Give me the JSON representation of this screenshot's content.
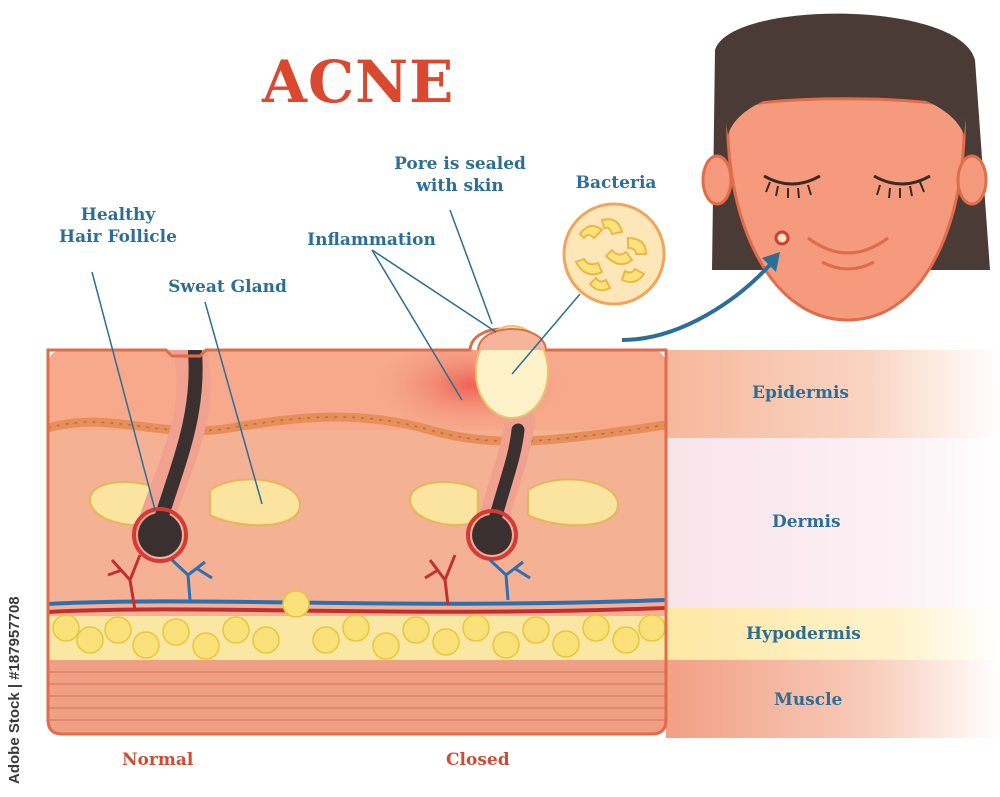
{
  "title": "ACNE",
  "labels": {
    "healthy_hair_follicle": "Healthy\nHair Follicle",
    "sweat_gland": "Sweat Gland",
    "inflammation": "Inflammation",
    "pore_sealed": "Pore is sealed\nwith skin",
    "bacteria": "Bacteria"
  },
  "layers": [
    "Epidermis",
    "Dermis",
    "Hypodermis",
    "Muscle"
  ],
  "captions": {
    "normal": "Normal",
    "closed": "Closed"
  },
  "watermark_id": "Adobe Stock | #187957708",
  "colors": {
    "title": "#d9482f",
    "label": "#2c6e95",
    "skin": "#f5b193",
    "epidermis_band": "#f8c3a8",
    "dermis_band": "#fbeef3",
    "hypodermis_band": "#fff0b8",
    "muscle_band": "#f4a98f",
    "fat": "#fbe17a"
  }
}
